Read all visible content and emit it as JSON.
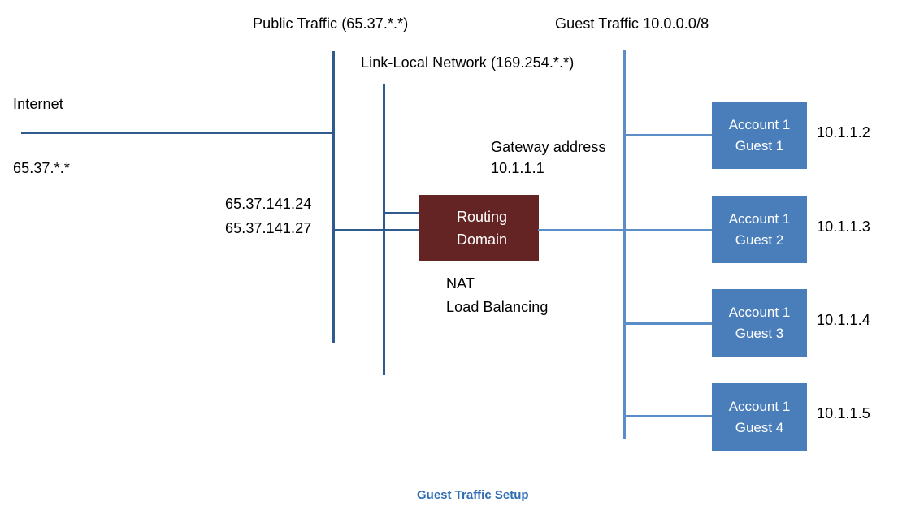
{
  "diagram": {
    "caption": "Guest Traffic Setup",
    "colors": {
      "guest_box_fill": "#4A7EBB",
      "router_box_fill": "#632423",
      "dark_line": "#2E5A8E",
      "light_line": "#5B8EC9",
      "caption_text": "#2E6DB4"
    },
    "network_labels": {
      "public_traffic": "Public Traffic (65.37.*.*)",
      "link_local": "Link-Local Network (169.254.*.*)",
      "guest_traffic": "Guest Traffic 10.0.0.0/8"
    },
    "internet": {
      "label": "Internet",
      "subnet": "65.37.*.*"
    },
    "public_ips": {
      "line1": "65.37.141.24",
      "line2": "65.37.141.27"
    },
    "gateway": {
      "label": "Gateway address",
      "address": "10.1.1.1"
    },
    "router": {
      "title_line1": "Routing",
      "title_line2": "Domain",
      "functions": {
        "line1": "NAT",
        "line2": "Load Balancing"
      }
    },
    "guests": [
      {
        "account": "Account 1",
        "name": "Guest 1",
        "ip": "10.1.1.2"
      },
      {
        "account": "Account 1",
        "name": "Guest 2",
        "ip": "10.1.1.3"
      },
      {
        "account": "Account 1",
        "name": "Guest 3",
        "ip": "10.1.1.4"
      },
      {
        "account": "Account 1",
        "name": "Guest 4",
        "ip": "10.1.1.5"
      }
    ]
  }
}
